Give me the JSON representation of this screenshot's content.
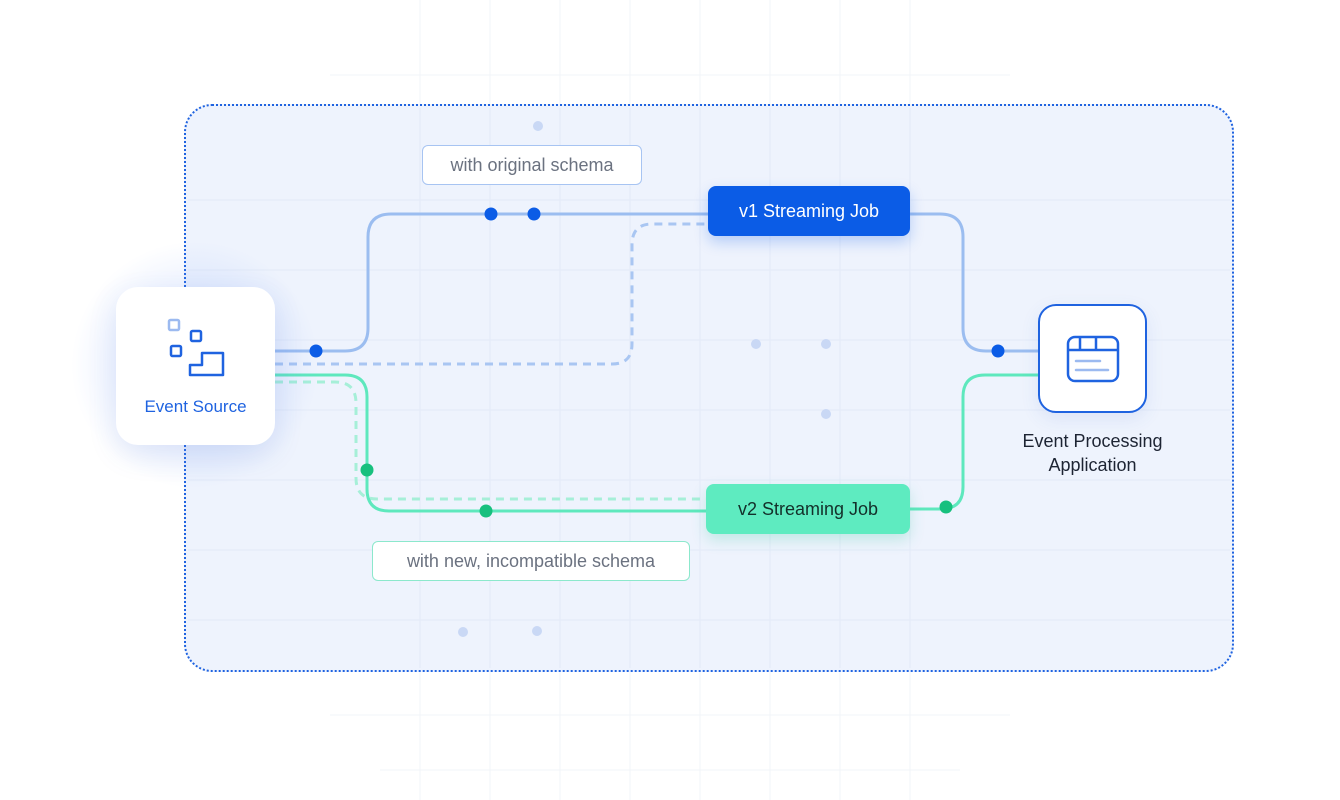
{
  "nodes": {
    "source": {
      "label": "Event Source",
      "icon": "blocks-stairs-icon"
    },
    "application": {
      "label_line1": "Event Processing",
      "label_line2": "Application",
      "icon": "app-window-icon"
    }
  },
  "jobs": {
    "v1": {
      "label": "v1 Streaming Job"
    },
    "v2": {
      "label": "v2 Streaming Job"
    }
  },
  "tags": {
    "original": "with original schema",
    "new": "with new, incompatible schema"
  },
  "colors": {
    "frame_border": "#1f63e0",
    "frame_fill": "#eef3fd",
    "v1_accent": "#0b5ce6",
    "v1_line": "#9bbdf0",
    "v2_accent": "#5eebc0",
    "v2_line": "#5ee8bd",
    "v2_dot": "#17c07e"
  }
}
